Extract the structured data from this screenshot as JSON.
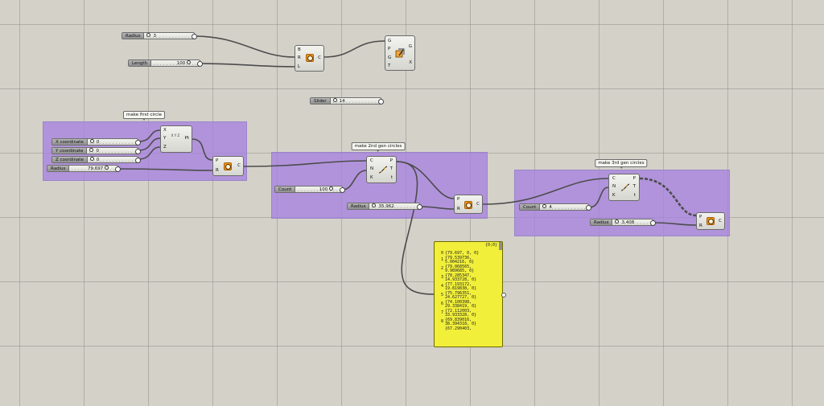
{
  "sliders": {
    "radius_top": {
      "label": "Radius",
      "value": "3"
    },
    "length": {
      "label": "Length",
      "value": "100"
    },
    "slider": {
      "label": "Slider",
      "value": "14"
    },
    "x_coord": {
      "label": "X coordinate",
      "value": "0"
    },
    "y_coord": {
      "label": "Y coordinate",
      "value": "0"
    },
    "z_coord": {
      "label": "Z coordinate",
      "value": "0"
    },
    "radius_1": {
      "label": "Radius",
      "value": "79.697"
    },
    "count_1": {
      "label": "Count",
      "value": "100"
    },
    "radius_2": {
      "label": "Radius",
      "value": "35.962"
    },
    "count_2": {
      "label": "Count",
      "value": "4"
    },
    "radius_3": {
      "label": "Radius",
      "value": "3.408"
    }
  },
  "groups": {
    "first": "make first circle",
    "second": "make 2nd gen circles",
    "third": "make 3rd gen circles"
  },
  "components": {
    "box": {
      "inputs": [
        "B",
        "R",
        "L"
      ],
      "outputs": [
        "C"
      ]
    },
    "brep": {
      "inputs": [
        "G",
        "P",
        "G",
        "T"
      ],
      "outputs": [
        "G",
        "X"
      ]
    },
    "point": {
      "inputs": [
        "X",
        "Y",
        "Z"
      ],
      "outputs": [
        "Pt"
      ],
      "icon_text": "X Y Z"
    },
    "circle_1": {
      "inputs": [
        "P",
        "R"
      ],
      "outputs": [
        "C"
      ]
    },
    "divide_1": {
      "inputs": [
        "C",
        "N",
        "K"
      ],
      "outputs": [
        "P",
        "T",
        "t"
      ]
    },
    "circle_2": {
      "inputs": [
        "P",
        "R"
      ],
      "outputs": [
        "C"
      ]
    },
    "divide_2": {
      "inputs": [
        "C",
        "N",
        "K"
      ],
      "outputs": [
        "P",
        "T",
        "t"
      ]
    },
    "circle_3": {
      "inputs": [
        "P",
        "R"
      ],
      "outputs": [
        "C"
      ]
    }
  },
  "panel": {
    "path": "{0;0}",
    "rows": [
      {
        "idx": "0",
        "lines": [
          "{79.697, 0, 0}"
        ]
      },
      {
        "idx": "1",
        "lines": [
          "{79.539736,",
          "5.004216, 0}"
        ]
      },
      {
        "idx": "2",
        "lines": [
          "{79.068565,",
          "9.989685, 0}"
        ]
      },
      {
        "idx": "3",
        "lines": [
          "{78.285347,",
          "14.933728, 0}"
        ]
      },
      {
        "idx": "4",
        "lines": [
          "{77.193172,",
          "19.819838, 0}"
        ]
      },
      {
        "idx": "5",
        "lines": [
          "{75.796351,",
          "24.627727, 0}"
        ]
      },
      {
        "idx": "6",
        "lines": [
          "{74.100398,",
          "29.338419, 0}"
        ]
      },
      {
        "idx": "7",
        "lines": [
          "{72.112003,",
          "33.933328, 0}"
        ]
      },
      {
        "idx": "8",
        "lines": [
          "{69.839016,",
          "38.394318, 0}"
        ]
      },
      {
        "idx": "",
        "lines": [
          "{67.290403,"
        ]
      }
    ]
  },
  "colors": {
    "canvas": "#d4d1c9",
    "group": "#a682e0",
    "panel": "#f1ef3a",
    "wire": "#4a4a4a"
  },
  "icons": {
    "box": "box-icon",
    "brep": "brep-icon",
    "point": "construct-point-icon",
    "circle": "circle-icon",
    "divide": "divide-curve-icon"
  }
}
